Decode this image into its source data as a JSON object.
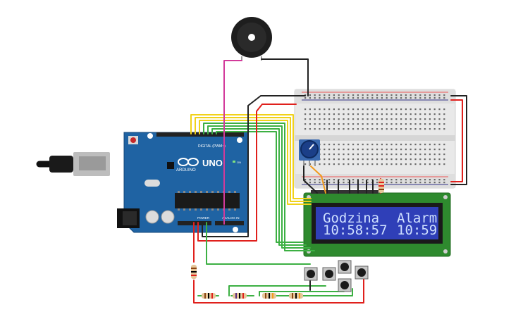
{
  "arduino": {
    "brand": "ARDUINO",
    "model": "UNO",
    "header_digital": "DIGITAL (PWM~)",
    "header_power": "POWER",
    "header_analog": "ANALOG IN",
    "on_label": "ON"
  },
  "lcd": {
    "line1_left": "Godzina",
    "line1_right": "Alarm",
    "line2_left": "10:58:57",
    "line2_right": "10:59"
  },
  "colors": {
    "board": "#1f63a3",
    "lcd_bg": "#2f3fb8",
    "wire_red": "#e0201c",
    "wire_black": "#222222",
    "wire_green": "#3cb043",
    "wire_yellow": "#f1d21a",
    "wire_magenta": "#d23a9a",
    "wire_orange": "#f29b1d"
  }
}
